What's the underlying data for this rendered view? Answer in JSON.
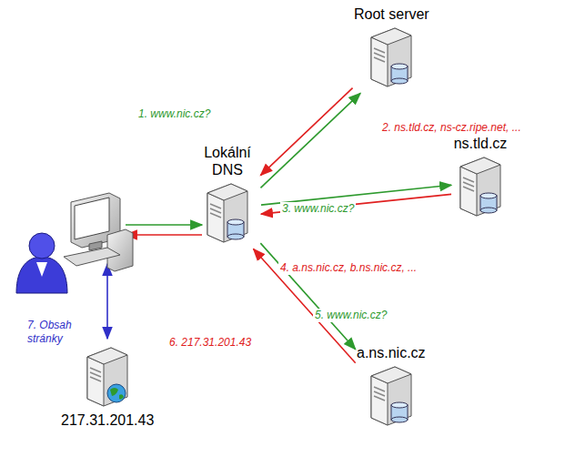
{
  "diagram": {
    "nodes": [
      {
        "text": [
          "Root server"
        ]
      },
      {
        "text": [
          "Lokální DNS"
        ]
      },
      {
        "text": [
          "ns.tld.cz"
        ]
      },
      {
        "text": [
          "a.ns.nic.cz"
        ]
      },
      {
        "text": [
          "217.31.201.43"
        ]
      }
    ],
    "edges": [
      {
        "from": 1,
        "to": 0,
        "arrow": "to",
        "label": "1. www.nic.cz?"
      },
      {
        "from": 0,
        "to": 1,
        "arrow": "to",
        "label": "2. ns.tld.cz, ns-cz.ripe.net, ..."
      },
      {
        "from": 1,
        "to": 2,
        "arrow": "to",
        "label": "3. www.nic.cz?"
      },
      {
        "from": 2,
        "to": 1,
        "arrow": "to",
        "label": "4. a.ns.nic.cz, b.ns.nic.cz, ..."
      },
      {
        "from": 1,
        "to": 3,
        "arrow": "to",
        "label": "5. www.nic.cz?"
      },
      {
        "from": 3,
        "to": 1,
        "arrow": "to",
        "label": "6. 217.31.201.43"
      }
    ],
    "labels": [
      "7. Obsah stránky"
    ]
  }
}
